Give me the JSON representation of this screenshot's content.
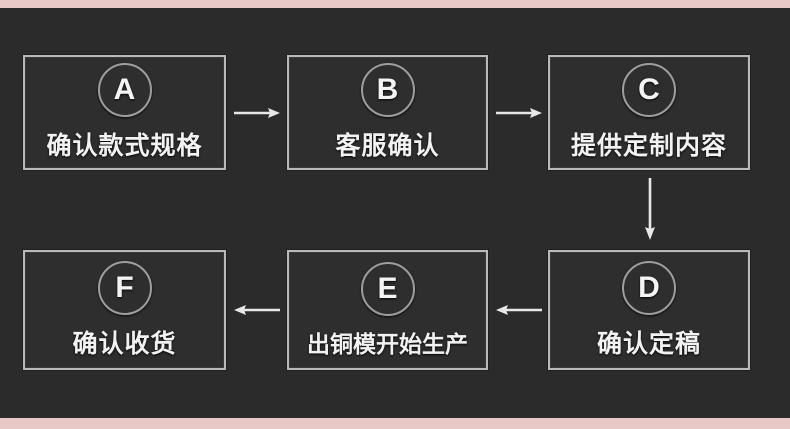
{
  "page": {
    "background_color": "#2b2b2b",
    "accent_band_color": "#e9c9c7",
    "box_border_color": "#b9b9b9",
    "text_color": "#f2f2f2"
  },
  "diagram": {
    "type": "flowchart",
    "title": "",
    "nodes": [
      {
        "id": "A",
        "badge": "A",
        "label": "确认款式规格",
        "row": 1,
        "col": 1
      },
      {
        "id": "B",
        "badge": "B",
        "label": "客服确认",
        "row": 1,
        "col": 2
      },
      {
        "id": "C",
        "badge": "C",
        "label": "提供定制内容",
        "row": 1,
        "col": 3
      },
      {
        "id": "D",
        "badge": "D",
        "label": "确认定稿",
        "row": 2,
        "col": 3
      },
      {
        "id": "E",
        "badge": "E",
        "label": "出铜模开始生产",
        "row": 2,
        "col": 2
      },
      {
        "id": "F",
        "badge": "F",
        "label": "确认收货",
        "row": 2,
        "col": 1
      }
    ],
    "connectors": [
      {
        "id": "a-to-b",
        "from": "A",
        "to": "B",
        "direction": "right"
      },
      {
        "id": "b-to-c",
        "from": "B",
        "to": "C",
        "direction": "right"
      },
      {
        "id": "c-to-d",
        "from": "C",
        "to": "D",
        "direction": "down"
      },
      {
        "id": "d-to-e",
        "from": "D",
        "to": "E",
        "direction": "left"
      },
      {
        "id": "e-to-f",
        "from": "E",
        "to": "F",
        "direction": "left"
      }
    ]
  }
}
